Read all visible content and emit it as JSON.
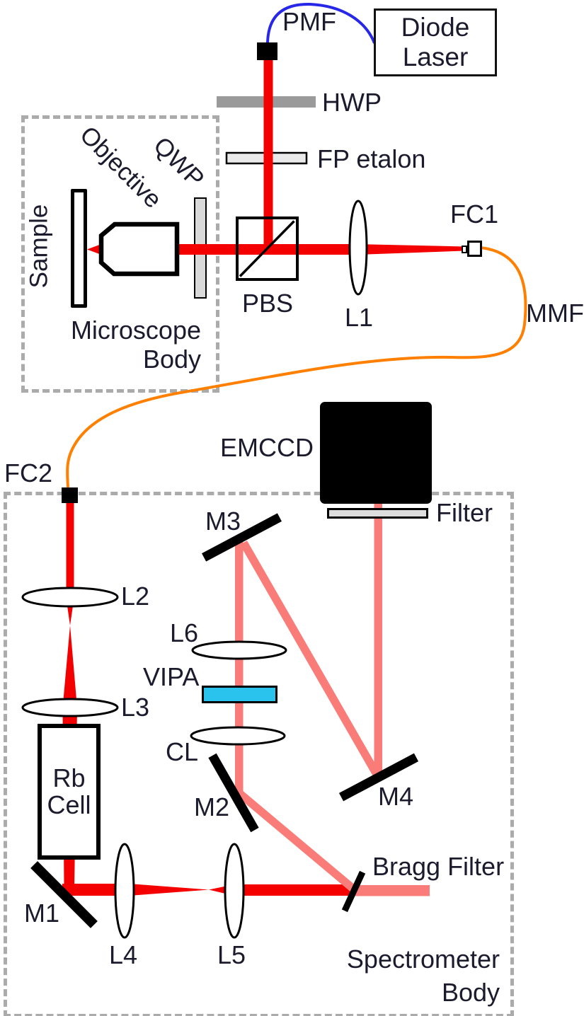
{
  "labels": {
    "pmf": "PMF",
    "diode_laser_line1": "Diode",
    "diode_laser_line2": "Laser",
    "hwp": "HWP",
    "fp_etalon": "FP etalon",
    "fc1": "FC1",
    "l1": "L1",
    "mmf": "MMF",
    "objective": "Objective",
    "qwp": "QWP",
    "sample": "Sample",
    "pbs": "PBS",
    "microscope_body_line1": "Microscope",
    "microscope_body_line2": "Body",
    "emccd": "EMCCD",
    "fc2": "FC2",
    "filter": "Filter",
    "m3": "M3",
    "l2": "L2",
    "l6": "L6",
    "vipa": "VIPA",
    "l3": "L3",
    "cl": "CL",
    "m2": "M2",
    "m4": "M4",
    "bragg_filter": "Bragg Filter",
    "rb_cell_line1": "Rb",
    "rb_cell_line2": "Cell",
    "m1": "M1",
    "l4": "L4",
    "l5": "L5",
    "spectrometer_body_line1": "Spectrometer",
    "spectrometer_body_line2": "Body"
  },
  "colors": {
    "beam_red": "#f40000",
    "beam_pink": "#f97c78",
    "fiber_orange": "#ff7f00",
    "fiber_blue": "#2727e8",
    "vipa_cyan": "#29c3ee",
    "filter_gray": "#dddddd",
    "hwp_gray": "#9a9a9a",
    "dash_gray": "#ababab",
    "text_dark": "#1c1b2e"
  }
}
